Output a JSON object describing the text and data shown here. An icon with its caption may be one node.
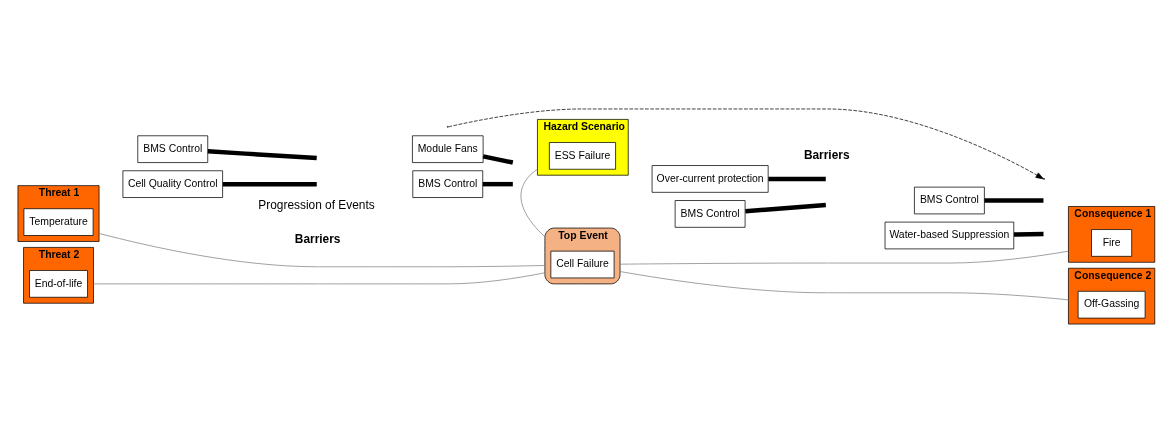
{
  "diagram": {
    "nodes": [
      {
        "text": [
          "Hazard Scenario"
        ]
      },
      {
        "text": [
          "ESS Failure"
        ],
        "in": 0
      },
      {
        "text": [
          "Threat 1"
        ]
      },
      {
        "text": [
          "Temperature"
        ],
        "in": 2
      },
      {
        "text": [
          "Threat 2"
        ]
      },
      {
        "text": [
          "End-of-life"
        ],
        "in": 4
      },
      {
        "text": [
          "Top Event"
        ]
      },
      {
        "text": [
          "Cell Failure"
        ],
        "in": 6
      },
      {
        "text": [
          "Consequence 1"
        ]
      },
      {
        "text": [
          "Fire"
        ],
        "in": 8
      },
      {
        "text": [
          "Consequence 2"
        ]
      },
      {
        "text": [
          "Off-Gassing"
        ],
        "in": 10
      },
      {
        "text": [
          "BMS Control"
        ]
      },
      {
        "text": [
          "Module Fans"
        ]
      },
      {
        "text": [
          "Cell Quality Control"
        ]
      },
      {
        "text": [
          "BMS Control"
        ]
      },
      {
        "text": [
          "Over-current protection"
        ]
      },
      {
        "text": [
          "BMS Control"
        ]
      },
      {
        "text": [
          "BMS Control"
        ]
      },
      {
        "text": [
          "Water-based Suppression"
        ]
      }
    ],
    "edges": [
      {
        "from": 0,
        "to": 6,
        "arrow": "none",
        "color": "#808080"
      },
      {
        "from": 2,
        "to": 6,
        "arrow": "none",
        "color": "#808080"
      },
      {
        "from": 4,
        "to": 6,
        "arrow": "none",
        "color": "#808080"
      },
      {
        "from": 6,
        "to": 8,
        "arrow": "none",
        "color": "#808080"
      },
      {
        "from": 6,
        "to": 10,
        "arrow": "none",
        "color": "#808080"
      },
      {
        "from": 12,
        "to": null,
        "arrow": "none"
      },
      {
        "from": 13,
        "to": null,
        "arrow": "none"
      },
      {
        "from": 14,
        "to": null,
        "arrow": "none"
      },
      {
        "from": 15,
        "to": null,
        "arrow": "none"
      },
      {
        "from": 16,
        "to": null,
        "arrow": "none"
      },
      {
        "from": 17,
        "to": null,
        "arrow": "none"
      },
      {
        "from": 18,
        "to": null,
        "arrow": "none"
      },
      {
        "from": 19,
        "to": null,
        "arrow": "none"
      }
    ],
    "labels": [
      "Progression of Events",
      "Barriers",
      "Barriers"
    ]
  }
}
